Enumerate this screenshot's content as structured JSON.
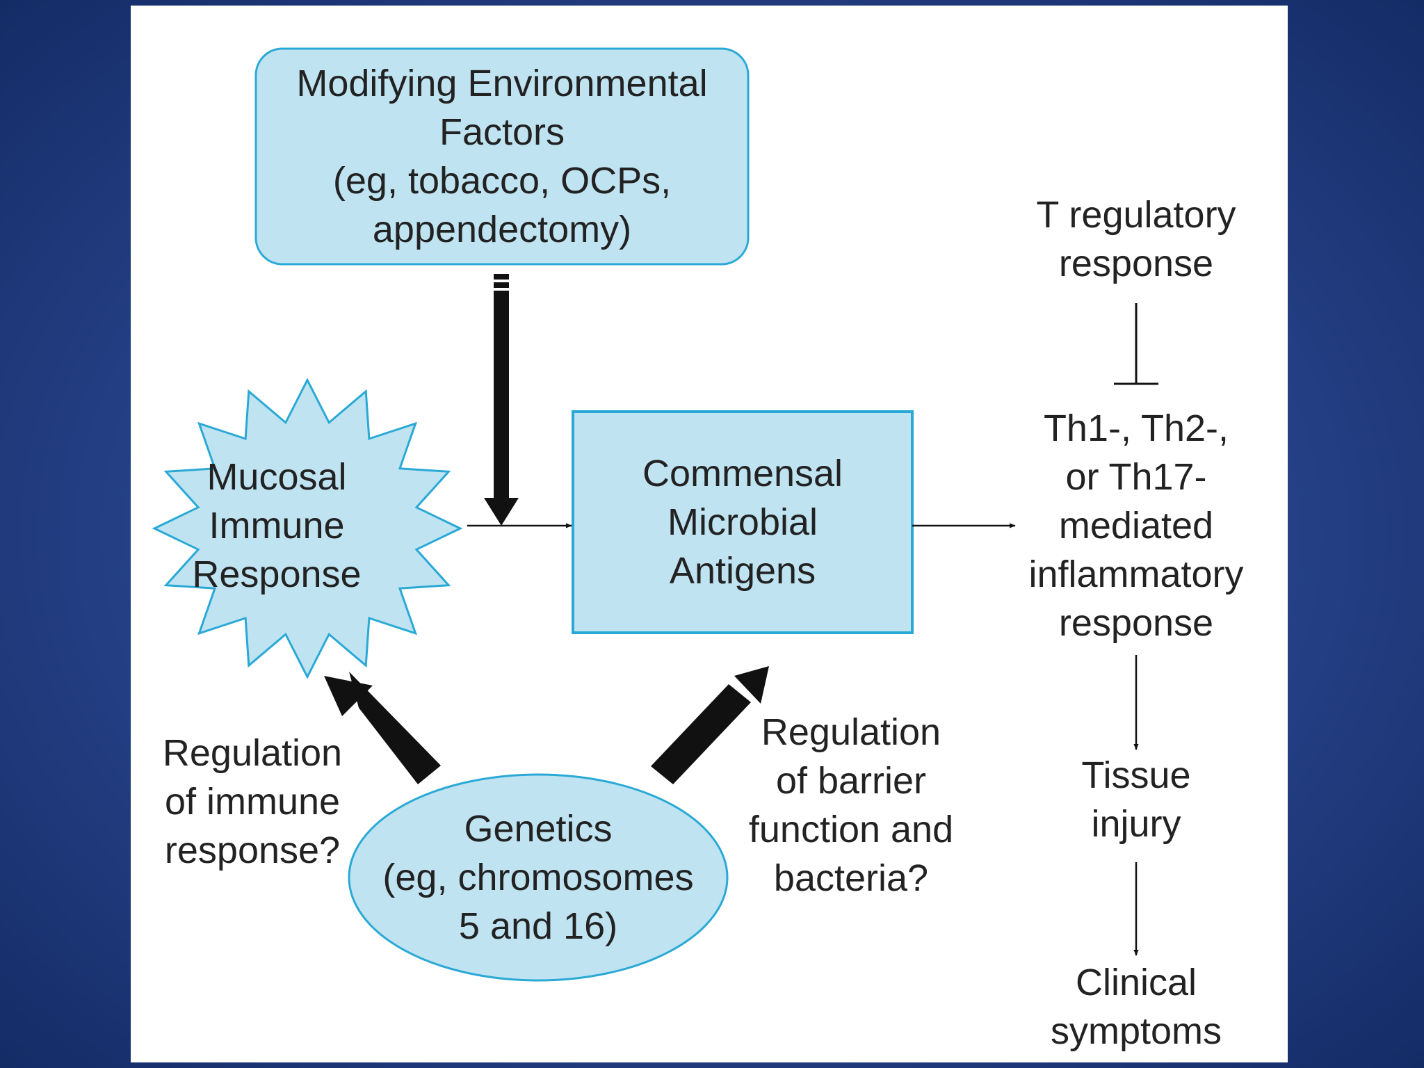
{
  "diagram": {
    "colors": {
      "background_dark": "#142c66",
      "panel": "#ffffff",
      "fill": "#bfe3f1",
      "stroke": "#2aa9d6",
      "text": "#222222",
      "arrow": "#111111"
    },
    "nodes": {
      "environment_line1": "Modifying Environmental",
      "environment_line2": "Factors",
      "environment_line3": "(eg, tobacco, OCPs,",
      "environment_line4": "appendectomy)",
      "mucosal_line1": "Mucosal",
      "mucosal_line2": "Immune",
      "mucosal_line3": "Response",
      "commensal_line1": "Commensal",
      "commensal_line2": "Microbial",
      "commensal_line3": "Antigens",
      "genetics_line1": "Genetics",
      "genetics_line2": "(eg, chromosomes",
      "genetics_line3": "5 and 16)",
      "treg_line1": "T regulatory",
      "treg_line2": "response",
      "th_line1": "Th1-, Th2-,",
      "th_line2": "or Th17-",
      "th_line3": "mediated",
      "th_line4": "inflammatory",
      "th_line5": "response",
      "tissue_line1": "Tissue",
      "tissue_line2": "injury",
      "clinical_line1": "Clinical",
      "clinical_line2": "symptoms"
    },
    "edge_labels": {
      "immune_line1": "Regulation",
      "immune_line2": "of immune",
      "immune_line3": "response?",
      "barrier_line1": "Regulation",
      "barrier_line2": "of barrier",
      "barrier_line3": "function and",
      "barrier_line4": "bacteria?"
    }
  }
}
